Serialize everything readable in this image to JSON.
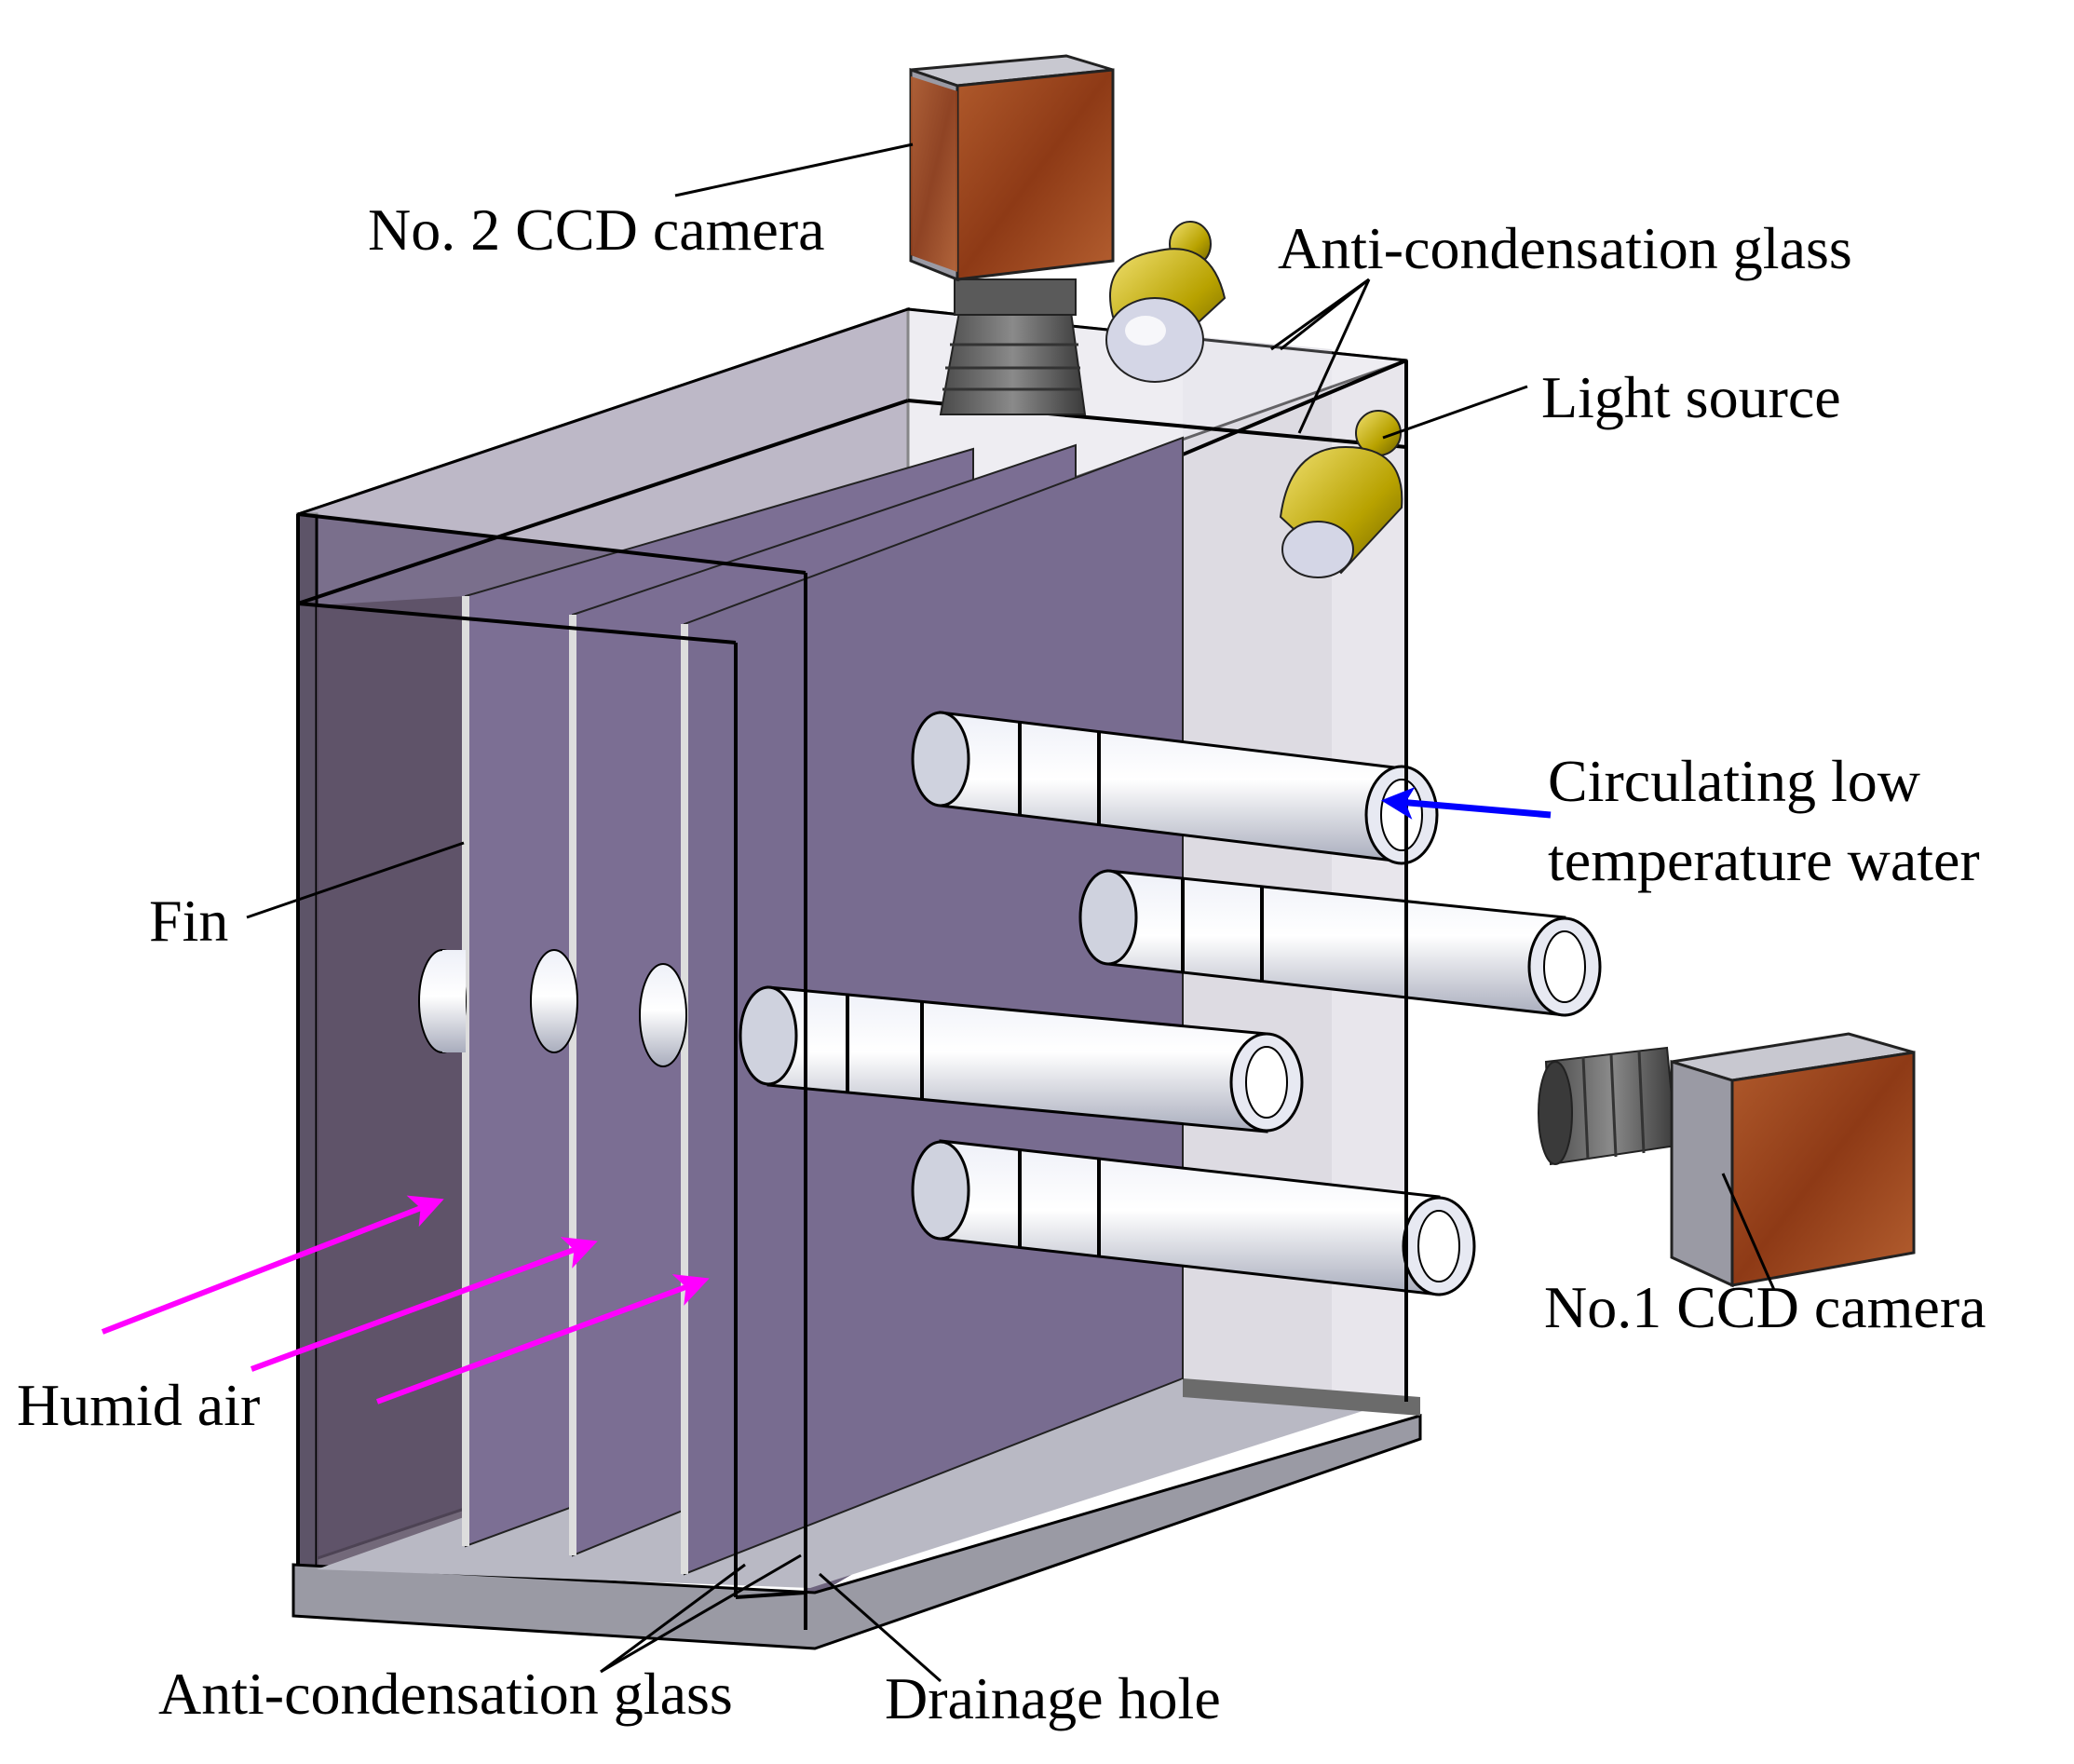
{
  "labels": {
    "camera2": "No. 2 CCD camera",
    "glass_top": "Anti-condensation glass",
    "light_source": "Light source",
    "water_line1": "Circulating low",
    "water_line2": "temperature water",
    "fin": "Fin",
    "camera1": "No.1 CCD camera",
    "humid_air": "Humid air",
    "glass_bottom": "Anti-condensation glass",
    "drainage_hole": "Drainage hole"
  },
  "colors": {
    "humid_air_arrow": "#ff00ff",
    "water_arrow": "#0000ff",
    "fin_plate": "#7b6f8e",
    "camera_body": "#a0461e",
    "light_bulb": "#c8b400",
    "tube": "#dfe3f0"
  }
}
